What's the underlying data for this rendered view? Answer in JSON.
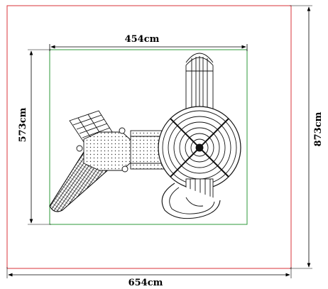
{
  "dimensions": {
    "outer_width": "654cm",
    "outer_height": "873cm",
    "inner_width": "454cm",
    "inner_height": "573cm"
  },
  "colors": {
    "outer_boundary": "#d9333a",
    "inner_boundary": "#2e9a3a",
    "lines": "#111111"
  },
  "icons": [
    "playground-structure-icon",
    "slide-icon",
    "climbing-ramp-icon",
    "tower-roof-icon",
    "spiral-slide-icon"
  ]
}
